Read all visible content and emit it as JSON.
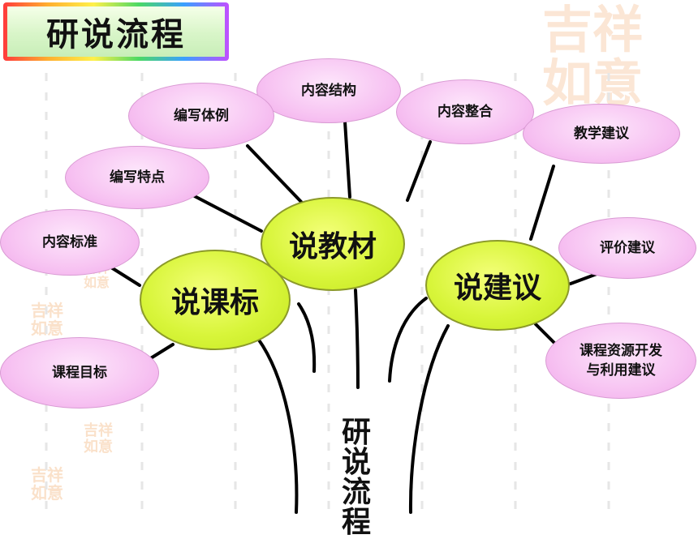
{
  "title": "研说流程",
  "trunk_label": "研说流程",
  "nodes": {
    "main_jiaocai": "说教材",
    "main_kebiao": "说课标",
    "main_jianyi": "说建议",
    "neirong_jiegou": "内容结构",
    "bianxie_tili": "编写体例",
    "neirong_zhenghe": "内容整合",
    "jiaoxue_jianyi": "教学建议",
    "bianxie_tedian": "编写特点",
    "neirong_biaozhun": "内容标准",
    "pingjia_jianyi": "评价建议",
    "kecheng_mubiao": "课程目标",
    "kecheng_ziyuan": "课程资源开发\n与利用建议"
  },
  "colors": {
    "main_fill": "#d8f53a",
    "sub_fill": "#f7c3f2",
    "line": "#000000"
  }
}
